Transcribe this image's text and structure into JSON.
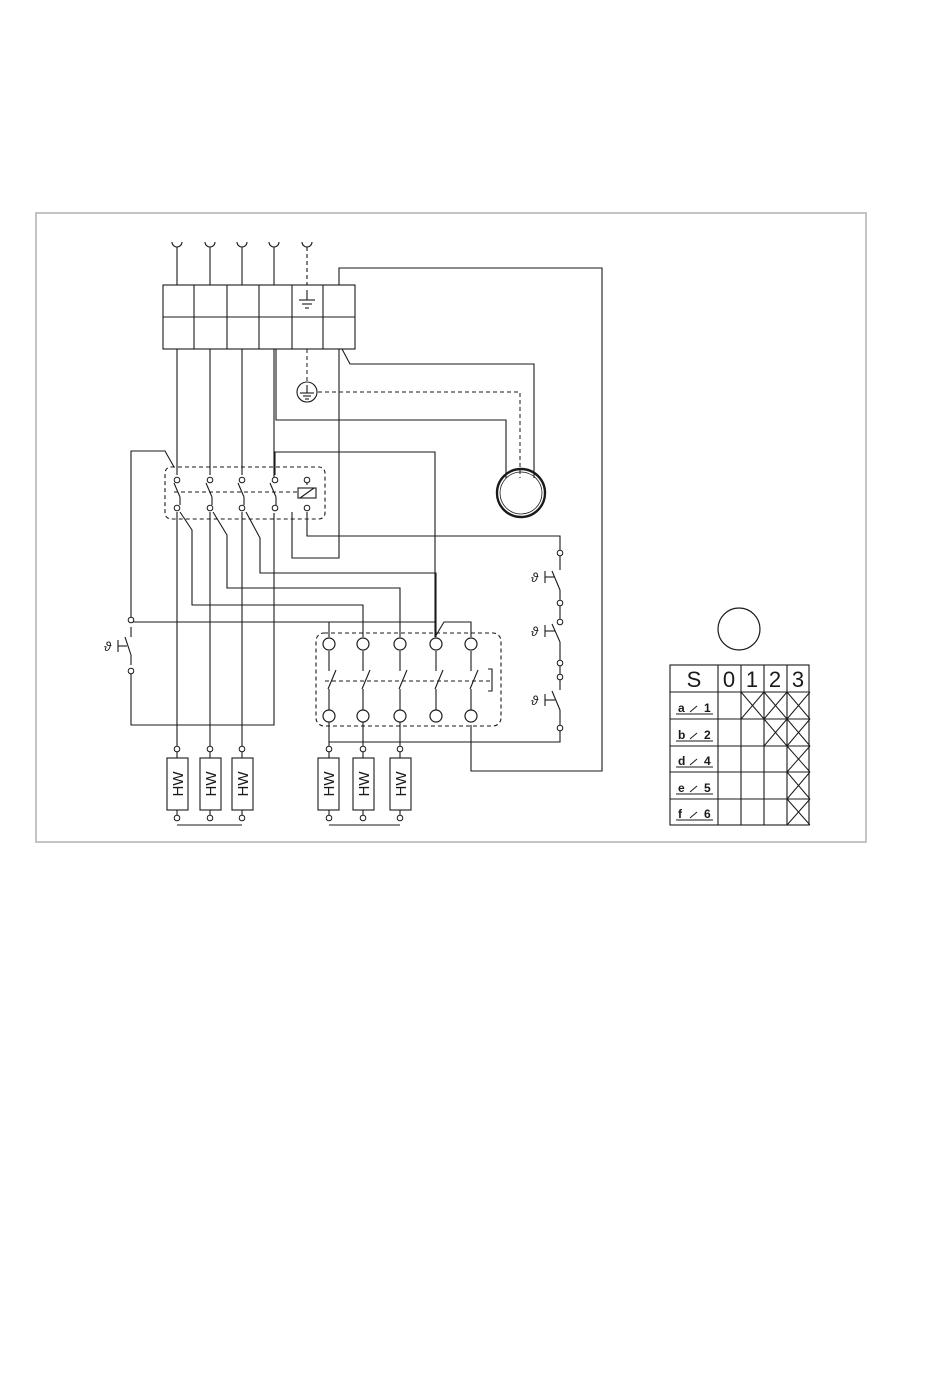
{
  "heater_label": "HW",
  "thermostat_symbol": "ϑ",
  "switch_table": {
    "header_label": "S",
    "positions": [
      "0",
      "1",
      "2",
      "3"
    ],
    "rows": [
      {
        "contact": "a",
        "terminal": "1",
        "closed": [
          false,
          true,
          true,
          true
        ]
      },
      {
        "contact": "b",
        "terminal": "2",
        "closed": [
          false,
          false,
          true,
          true
        ]
      },
      {
        "contact": "d",
        "terminal": "4",
        "closed": [
          false,
          false,
          false,
          true
        ]
      },
      {
        "contact": "e",
        "terminal": "5",
        "closed": [
          false,
          false,
          false,
          true
        ]
      },
      {
        "contact": "f",
        "terminal": "6",
        "closed": [
          false,
          false,
          false,
          true
        ]
      }
    ]
  },
  "icons": [
    "earth-ground-icon",
    "motor-icon",
    "selector-knob-icon"
  ]
}
